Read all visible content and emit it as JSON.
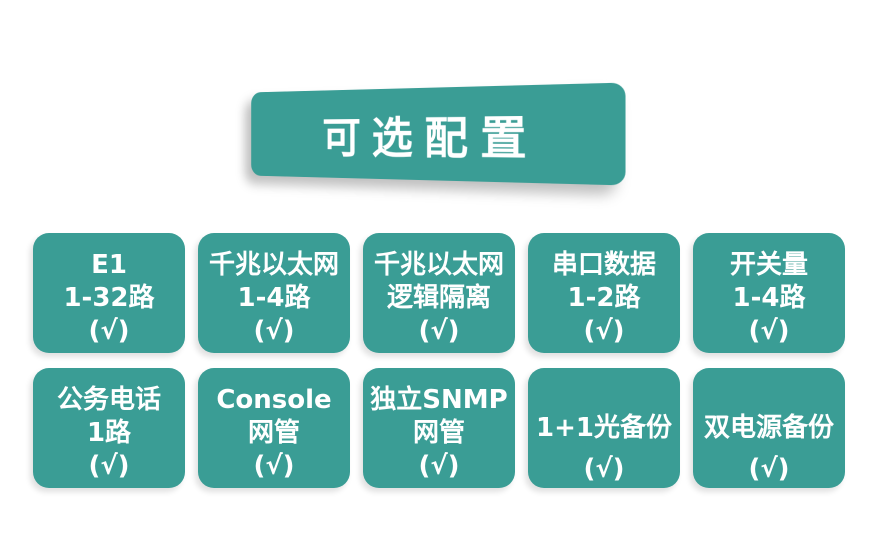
{
  "colors": {
    "teal": "#3A9D95",
    "text_on_teal": "#FFFFFF",
    "page_background": "#FFFFFF"
  },
  "banner": {
    "title": "可选配置"
  },
  "cards": [
    {
      "lines": [
        "E1",
        "1-32路",
        "(√)"
      ]
    },
    {
      "lines": [
        "千兆以太网",
        "1-4路",
        "(√)"
      ]
    },
    {
      "lines": [
        "千兆以太网",
        "逻辑隔离",
        "(√)"
      ]
    },
    {
      "lines": [
        "串口数据",
        "1-2路",
        "(√)"
      ]
    },
    {
      "lines": [
        "开关量",
        "1-4路",
        "(√)"
      ]
    },
    {
      "lines": [
        "公务电话",
        "1路",
        "(√)"
      ]
    },
    {
      "lines": [
        "Console",
        "网管",
        "(√)"
      ]
    },
    {
      "lines": [
        "独立SNMP",
        "网管",
        "(√)"
      ]
    },
    {
      "lines": [
        "1+1光备份",
        "(√)"
      ]
    },
    {
      "lines": [
        "双电源备份",
        "(√)"
      ]
    }
  ]
}
